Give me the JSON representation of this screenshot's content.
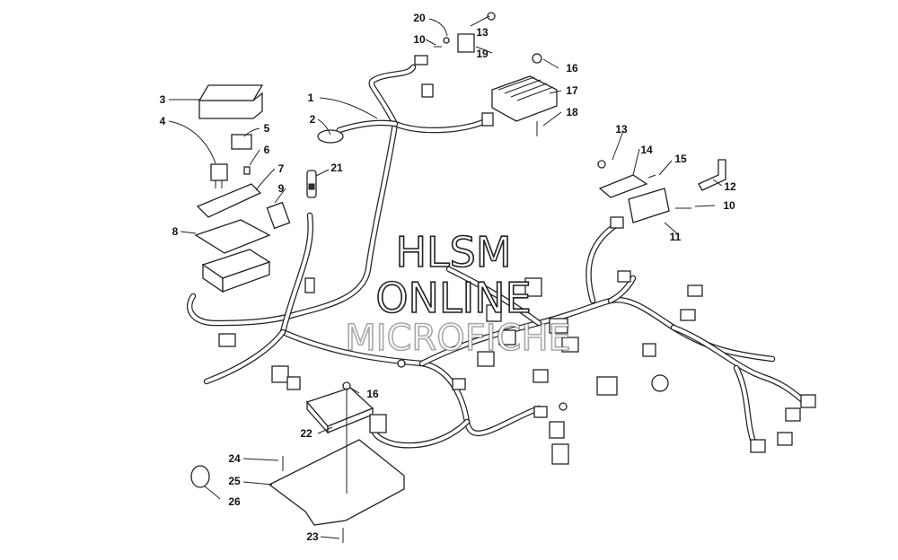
{
  "watermark": {
    "line1": "HLSM",
    "line2": "ONLINE",
    "line3": "MICROFICHE"
  },
  "callouts": [
    {
      "id": "c1",
      "label": "1"
    },
    {
      "id": "c2",
      "label": "2"
    },
    {
      "id": "c3",
      "label": "3"
    },
    {
      "id": "c4",
      "label": "4"
    },
    {
      "id": "c5",
      "label": "5"
    },
    {
      "id": "c6",
      "label": "6"
    },
    {
      "id": "c7",
      "label": "7"
    },
    {
      "id": "c8",
      "label": "8"
    },
    {
      "id": "c9",
      "label": "9"
    },
    {
      "id": "c10a",
      "label": "10"
    },
    {
      "id": "c10b",
      "label": "10"
    },
    {
      "id": "c11",
      "label": "11"
    },
    {
      "id": "c12",
      "label": "12"
    },
    {
      "id": "c13a",
      "label": "13"
    },
    {
      "id": "c13b",
      "label": "13"
    },
    {
      "id": "c14",
      "label": "14"
    },
    {
      "id": "c15",
      "label": "15"
    },
    {
      "id": "c16a",
      "label": "16"
    },
    {
      "id": "c16b",
      "label": "16"
    },
    {
      "id": "c17",
      "label": "17"
    },
    {
      "id": "c18",
      "label": "18"
    },
    {
      "id": "c19",
      "label": "19"
    },
    {
      "id": "c20",
      "label": "20"
    },
    {
      "id": "c21",
      "label": "21"
    },
    {
      "id": "c22",
      "label": "22"
    },
    {
      "id": "c23",
      "label": "23"
    },
    {
      "id": "c24",
      "label": "24"
    },
    {
      "id": "c25",
      "label": "25"
    },
    {
      "id": "c26",
      "label": "26"
    }
  ]
}
